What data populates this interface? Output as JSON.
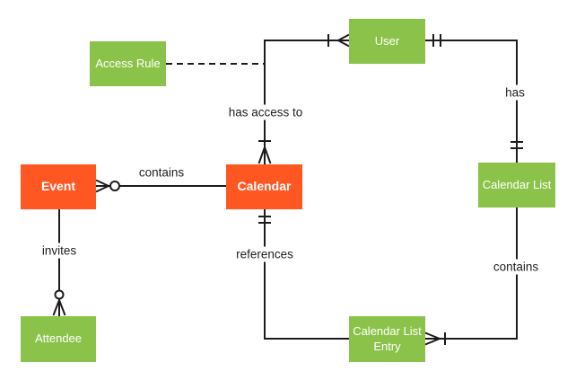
{
  "colors": {
    "entity_green": "#8BC34A",
    "entity_orange": "#FF5722",
    "line_color": "#1c1c1c",
    "label_color": "#1f1f1f",
    "canvas_bg": "#ffffff"
  },
  "entities": [
    {
      "id": "access-rule",
      "label": "Access Rule",
      "color": "green"
    },
    {
      "id": "user",
      "label": "User",
      "color": "green"
    },
    {
      "id": "event",
      "label": "Event",
      "color": "orange"
    },
    {
      "id": "calendar",
      "label": "Calendar",
      "color": "orange"
    },
    {
      "id": "calendar-list",
      "label": "Calendar List",
      "color": "green"
    },
    {
      "id": "attendee",
      "label": "Attendee",
      "color": "green"
    },
    {
      "id": "calendar-list-entry",
      "label": "Calendar List Entry",
      "color": "green"
    }
  ],
  "relationships": [
    {
      "from": "User",
      "to": "Calendar",
      "label": "has access to",
      "from_cardinality": "one or many (bar + crow's foot)",
      "to_cardinality": "one or many (bar + crow's foot)",
      "style": "solid"
    },
    {
      "from": "User",
      "to": "Calendar List",
      "label": "has",
      "from_cardinality": "exactly one (double bar)",
      "to_cardinality": "exactly one (double bar)",
      "style": "solid"
    },
    {
      "from": "Access Rule",
      "to": "User–Calendar relationship line",
      "label": "",
      "style": "dashed"
    },
    {
      "from": "Calendar",
      "to": "Event",
      "label": "contains",
      "to_cardinality": "zero or many (circle + crow's foot)",
      "style": "solid"
    },
    {
      "from": "Event",
      "to": "Attendee",
      "label": "invites",
      "to_cardinality": "zero or many (circle + crow's foot)",
      "style": "solid"
    },
    {
      "from": "Calendar",
      "to": "Calendar List Entry",
      "label": "references",
      "from_cardinality": "exactly one (double bar)",
      "style": "solid"
    },
    {
      "from": "Calendar List",
      "to": "Calendar List Entry",
      "label": "contains",
      "to_cardinality": "one or many (crow's foot + bar)",
      "style": "solid"
    }
  ]
}
